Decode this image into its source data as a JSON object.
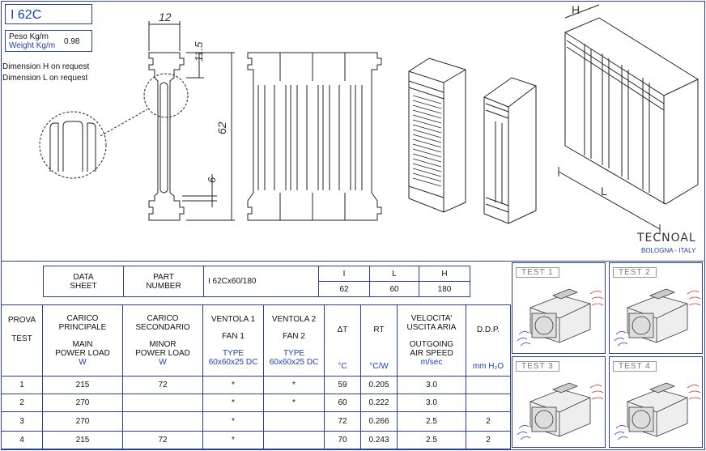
{
  "header": {
    "part_title": "I 62C",
    "weight_label_it": "Peso Kg/m",
    "weight_label_en": "Weight Kg/m",
    "weight_value": "0.98",
    "note_h": "Dimension H on request",
    "note_l": "Dimension L on request"
  },
  "drawing": {
    "dim_width": "12",
    "dim_top": "11.5",
    "dim_height": "62",
    "dim_fin": "6",
    "dim_h": "H",
    "dim_l": "L"
  },
  "logo": {
    "name": "TECNOAL",
    "sub": "BOLOGNA - ITALY"
  },
  "datasheet": {
    "data_sheet": [
      "DATA",
      "SHEET"
    ],
    "part_number_label": [
      "PART",
      "NUMBER"
    ],
    "part_number": "I 62Cx60/180",
    "cols": [
      "I",
      "L",
      "H"
    ],
    "vals": [
      "62",
      "60",
      "180"
    ]
  },
  "table": {
    "headers": {
      "prova": "PROVA",
      "test": "TEST",
      "main_it": [
        "CARICO",
        "PRINCIPALE"
      ],
      "main_en": [
        "MAIN",
        "POWER LOAD"
      ],
      "main_unit": "W",
      "minor_it": [
        "CARICO",
        "SECONDARIO"
      ],
      "minor_en": [
        "MINOR",
        "POWER LOAD"
      ],
      "minor_unit": "W",
      "fan1_it": "VENTOLA 1",
      "fan1_en": "FAN 1",
      "fan1_type": "TYPE",
      "fan1_size": "60x60x25 DC",
      "fan2_it": "VENTOLA 2",
      "fan2_en": "FAN 2",
      "fan2_type": "TYPE",
      "fan2_size": "60x60x25 DC",
      "dt": "ΔT",
      "dt_unit": "°C",
      "rt": "RT",
      "rt_unit": "°C/W",
      "vel_it": [
        "VELOCITA'",
        "USCITA ARIA"
      ],
      "vel_en": [
        "OUTGOING",
        "AIR SPEED"
      ],
      "vel_unit": "m/sec",
      "ddp": "D.D.P.",
      "ddp_unit": "mm H₂O"
    },
    "rows": [
      [
        "1",
        "215",
        "72",
        "*",
        "*",
        "59",
        "0.205",
        "3.0",
        ""
      ],
      [
        "2",
        "270",
        "",
        "*",
        "*",
        "60",
        "0.222",
        "3.0",
        ""
      ],
      [
        "3",
        "270",
        "",
        "*",
        "",
        "72",
        "0.266",
        "2.5",
        "2"
      ],
      [
        "4",
        "215",
        "72",
        "*",
        "",
        "70",
        "0.243",
        "2.5",
        "2"
      ]
    ]
  },
  "tests": [
    "TEST 1",
    "TEST 2",
    "TEST 3",
    "TEST 4"
  ]
}
